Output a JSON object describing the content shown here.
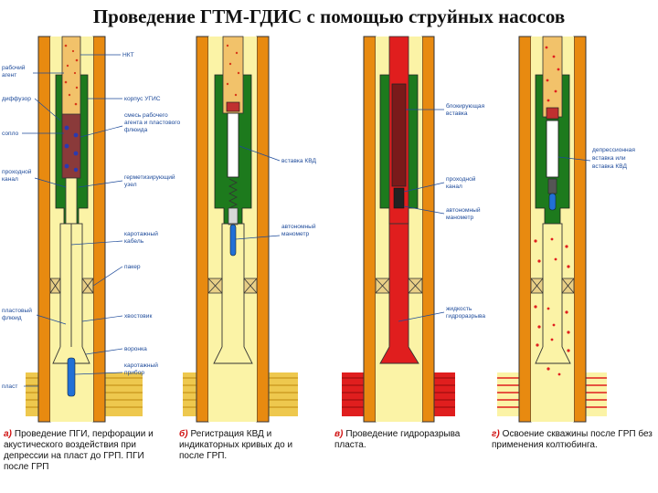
{
  "title": "Проведение  ГТМ-ГДИС  с  помощью  струйных насосов",
  "panels": [
    {
      "letter": "а)",
      "caption": "Проведение ПГИ, перфорации и акустического воздействия при депрессии на пласт до ГРП.  ПГИ после ГРП",
      "labels": {
        "nkt": "НКТ",
        "working_agent": [
          "рабочий",
          "агент"
        ],
        "diffuser": "диффузор",
        "nozzle": "сопло",
        "body": "корпус УГИС",
        "mixture": [
          "смесь рабочего",
          "агента и пластового",
          "флюида"
        ],
        "passage": [
          "проходной",
          "канал"
        ],
        "seal": [
          "герметизирующий",
          "узел"
        ],
        "cable": [
          "каротажный",
          "кабель"
        ],
        "packer": "пакер",
        "tail": "хвостовик",
        "formation_fluid": [
          "пластовый",
          "флюид"
        ],
        "funnel": "воронка",
        "logging_tool": [
          "каротажный",
          "прибор"
        ],
        "layer": "пласт"
      }
    },
    {
      "letter": "б)",
      "caption": "Регистрация КВД и индикаторных кривых до и после ГРП.",
      "labels": {
        "kvd_insert": "вставка КВД",
        "gauge": [
          "автономный",
          "манометр"
        ]
      }
    },
    {
      "letter": "в)",
      "caption": "Проведение гидроразрыва пласта.",
      "labels": {
        "blocking": [
          "блокирующая",
          "вставка"
        ],
        "passage": [
          "проходной",
          "канал"
        ],
        "gauge": [
          "автономный",
          "манометр"
        ],
        "frac_fluid": [
          "жидкость",
          "гидроразрыва"
        ]
      }
    },
    {
      "letter": "г)",
      "caption": "Освоение скважины после ГРП без применения колтюбинга.",
      "labels": {
        "depression": [
          "депрессионная",
          "вставка или",
          "вставка КВД"
        ]
      }
    }
  ],
  "colors": {
    "casing": "#e88a10",
    "green_body": "#1d7a1d",
    "fluid": "#fbf3a6",
    "red": "#e01e1e",
    "layer": "#eec84e",
    "label": "#1d4a9a",
    "tool": "#2170d6"
  }
}
